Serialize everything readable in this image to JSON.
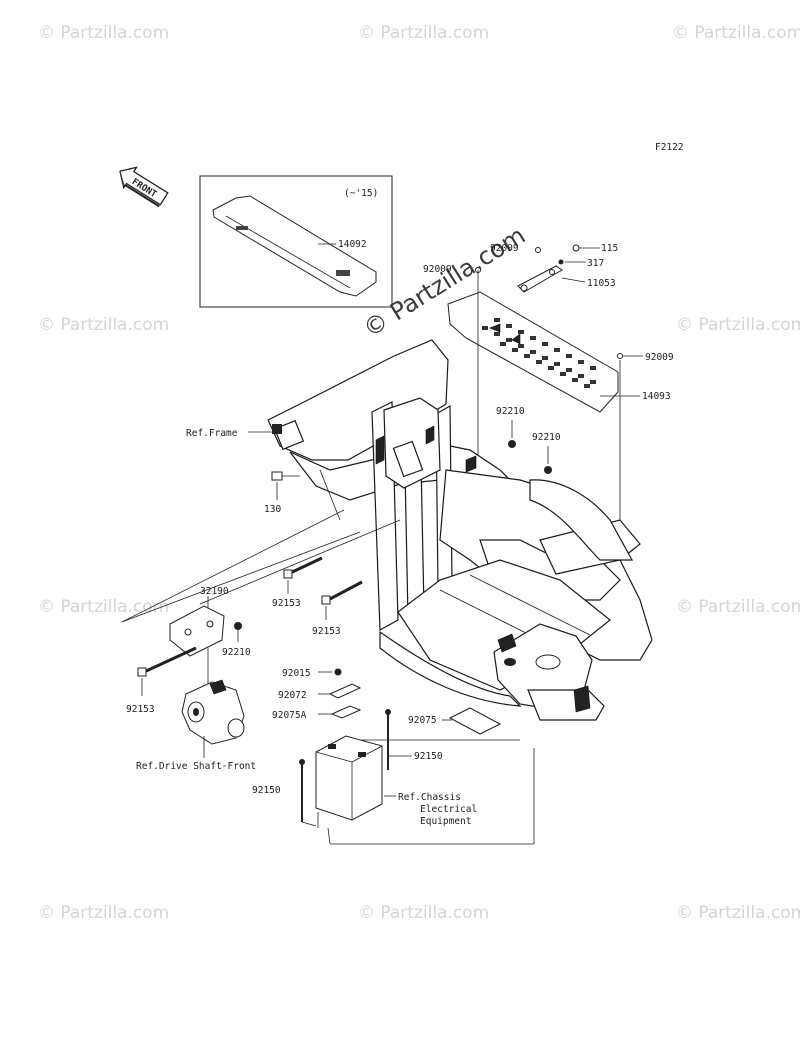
{
  "figure_code": "F2122",
  "front_label": "FRONT",
  "inset_note": "(~'15)",
  "watermark_main": "© Partzilla.com",
  "watermark_small": "© Partzilla.com",
  "callouts": {
    "p14092": "14092",
    "p92009a": "92009",
    "p92009b": "92009",
    "p92009c": "92009",
    "p115": "115",
    "p317": "317",
    "p11053": "11053",
    "p14093": "14093",
    "ref_frame": "Ref.Frame",
    "p92210a": "92210",
    "p92210b": "92210",
    "p92210c": "92210",
    "p130": "130",
    "p32190": "32190",
    "p92153a": "92153",
    "p92153b": "92153",
    "p92153c": "92153",
    "p92015": "92015",
    "p92072": "92072",
    "p92075A": "92075A",
    "p92075": "92075",
    "p92150a": "92150",
    "p92150b": "92150",
    "ref_drive_shaft": "Ref.Drive Shaft-Front",
    "ref_chassis_1": "Ref.Chassis",
    "ref_chassis_2": "Electrical",
    "ref_chassis_3": "Equipment"
  }
}
